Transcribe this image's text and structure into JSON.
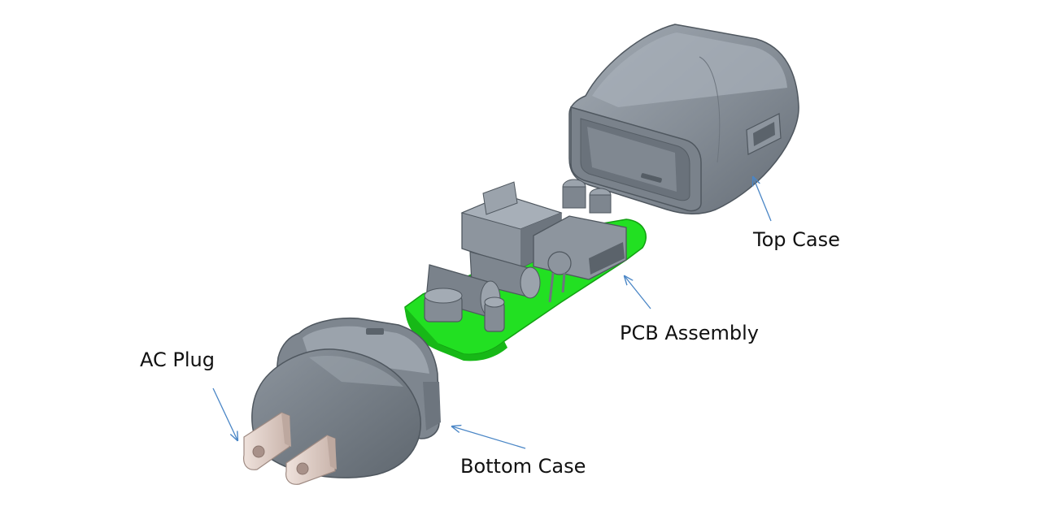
{
  "labels": {
    "top_case": "Top Case",
    "pcb_assembly": "PCB Assembly",
    "ac_plug": "AC Plug",
    "bottom_case": "Bottom Case"
  },
  "colors": {
    "case_body": "#7e868f",
    "case_light": "#9aa2ab",
    "case_dark": "#5b636b",
    "pcb_green": "#22e022",
    "pcb_dark_green": "#17b817",
    "prong": "#d8c6bf",
    "arrow": "#4a86c6"
  }
}
